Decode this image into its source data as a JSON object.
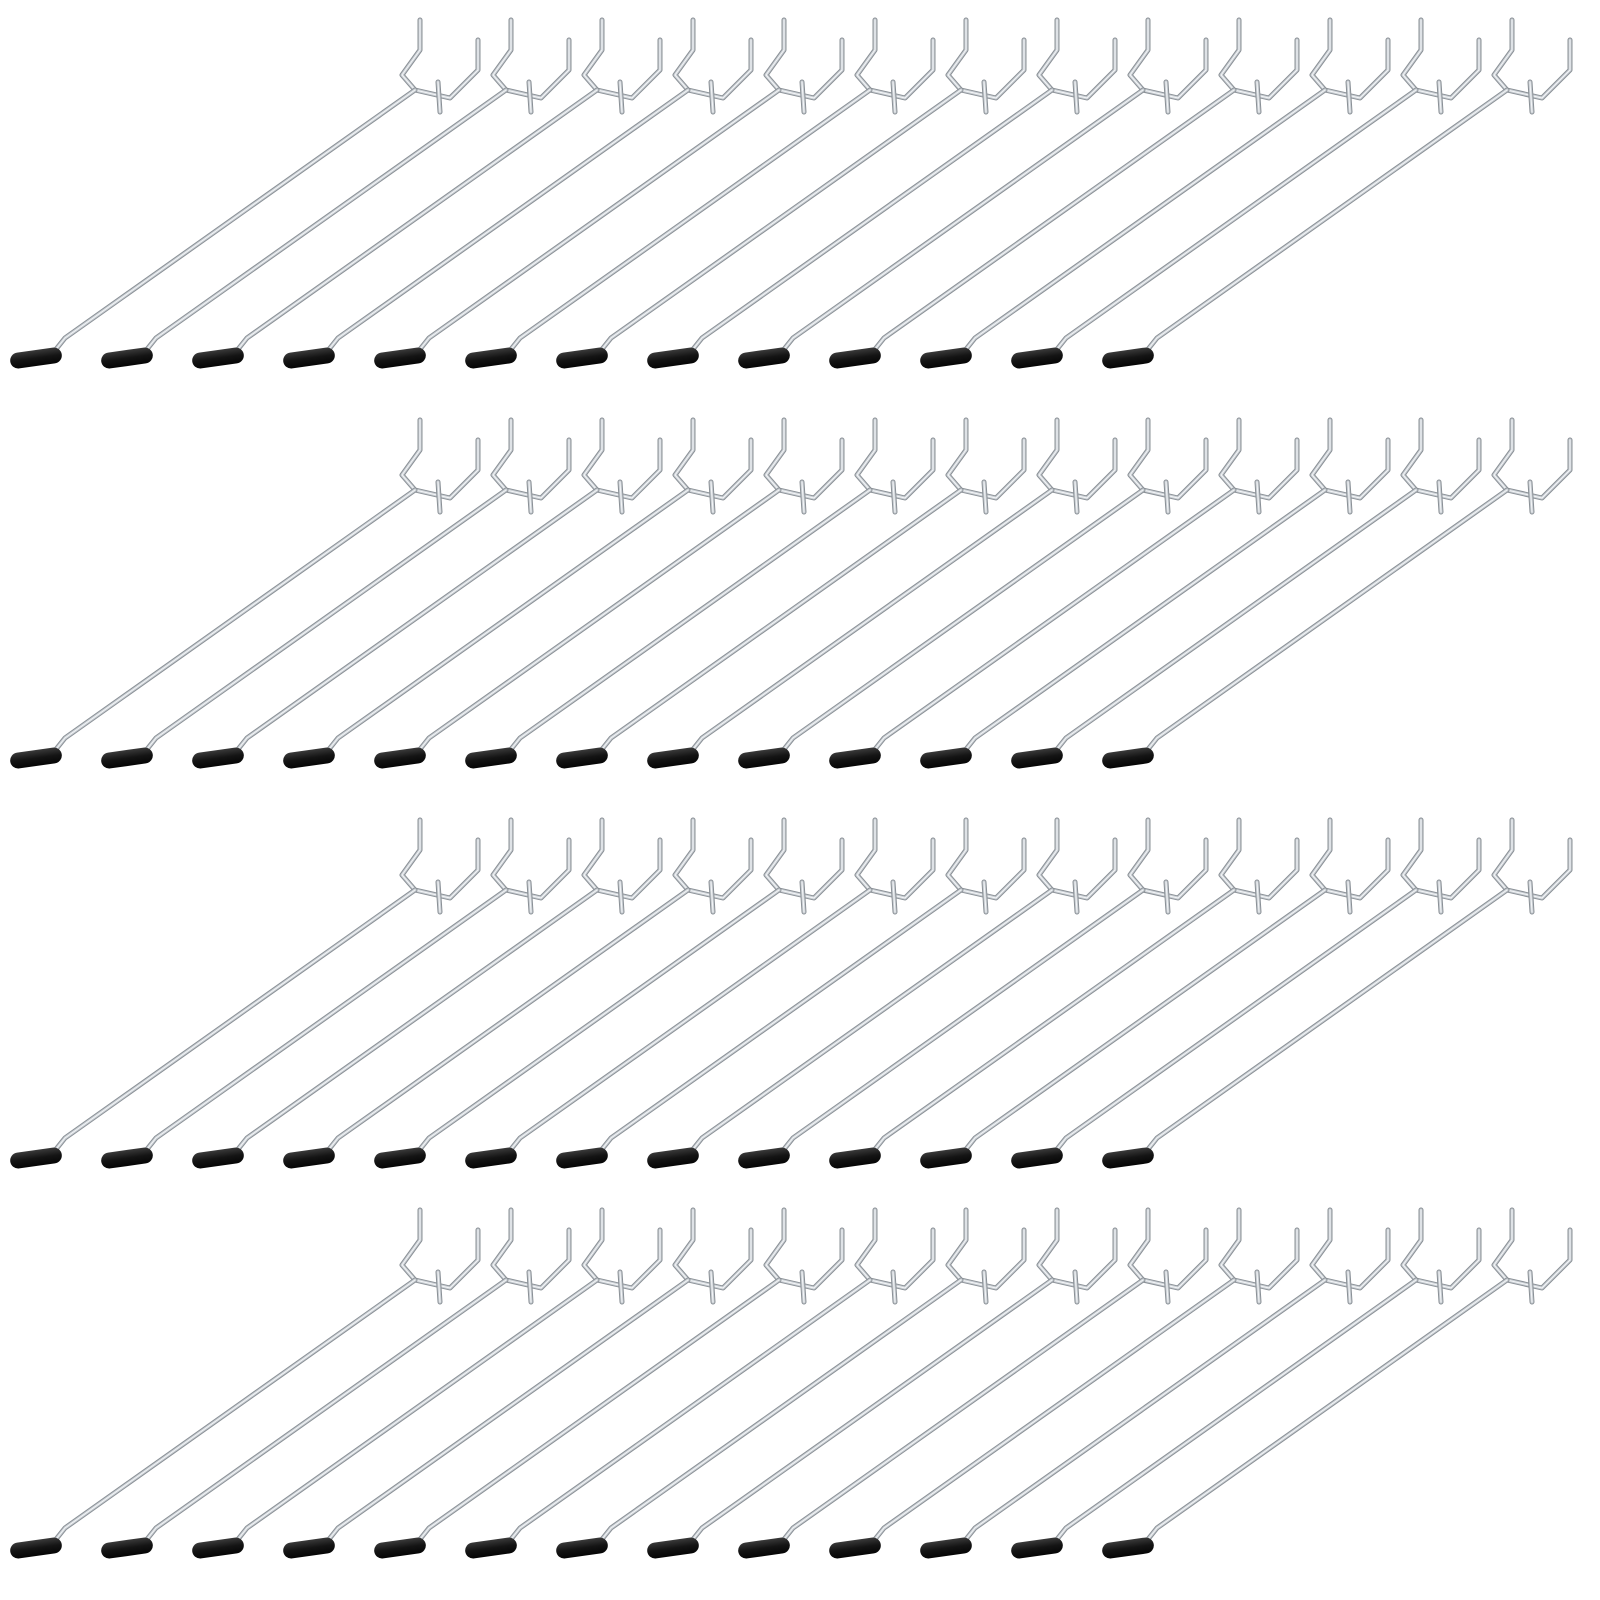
{
  "photo": {
    "subject": "pegboard hooks",
    "rows": 4,
    "hooks_per_row": 13,
    "total_hooks": 52,
    "background_color": "#ffffff",
    "wire_color": "#c9ced3",
    "wire_highlight_color": "#f4f6f8",
    "wire_shadow_color": "#8a9096",
    "tip_color": "#141414"
  }
}
